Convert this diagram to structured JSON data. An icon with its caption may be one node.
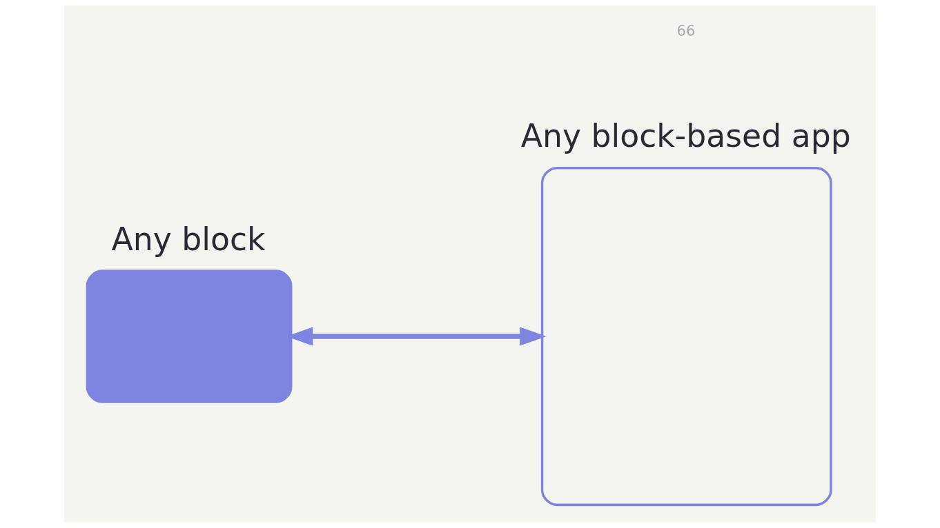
{
  "diagram": {
    "nodes": [
      {
        "text": [
          "Any block"
        ]
      },
      {
        "text": [
          "Any block-based app"
        ]
      }
    ],
    "edges": [
      {
        "from": 0,
        "to": 1,
        "arrow": "to"
      },
      {
        "from": 1,
        "to": 0,
        "arrow": "to"
      }
    ],
    "labels": [
      "66"
    ]
  }
}
